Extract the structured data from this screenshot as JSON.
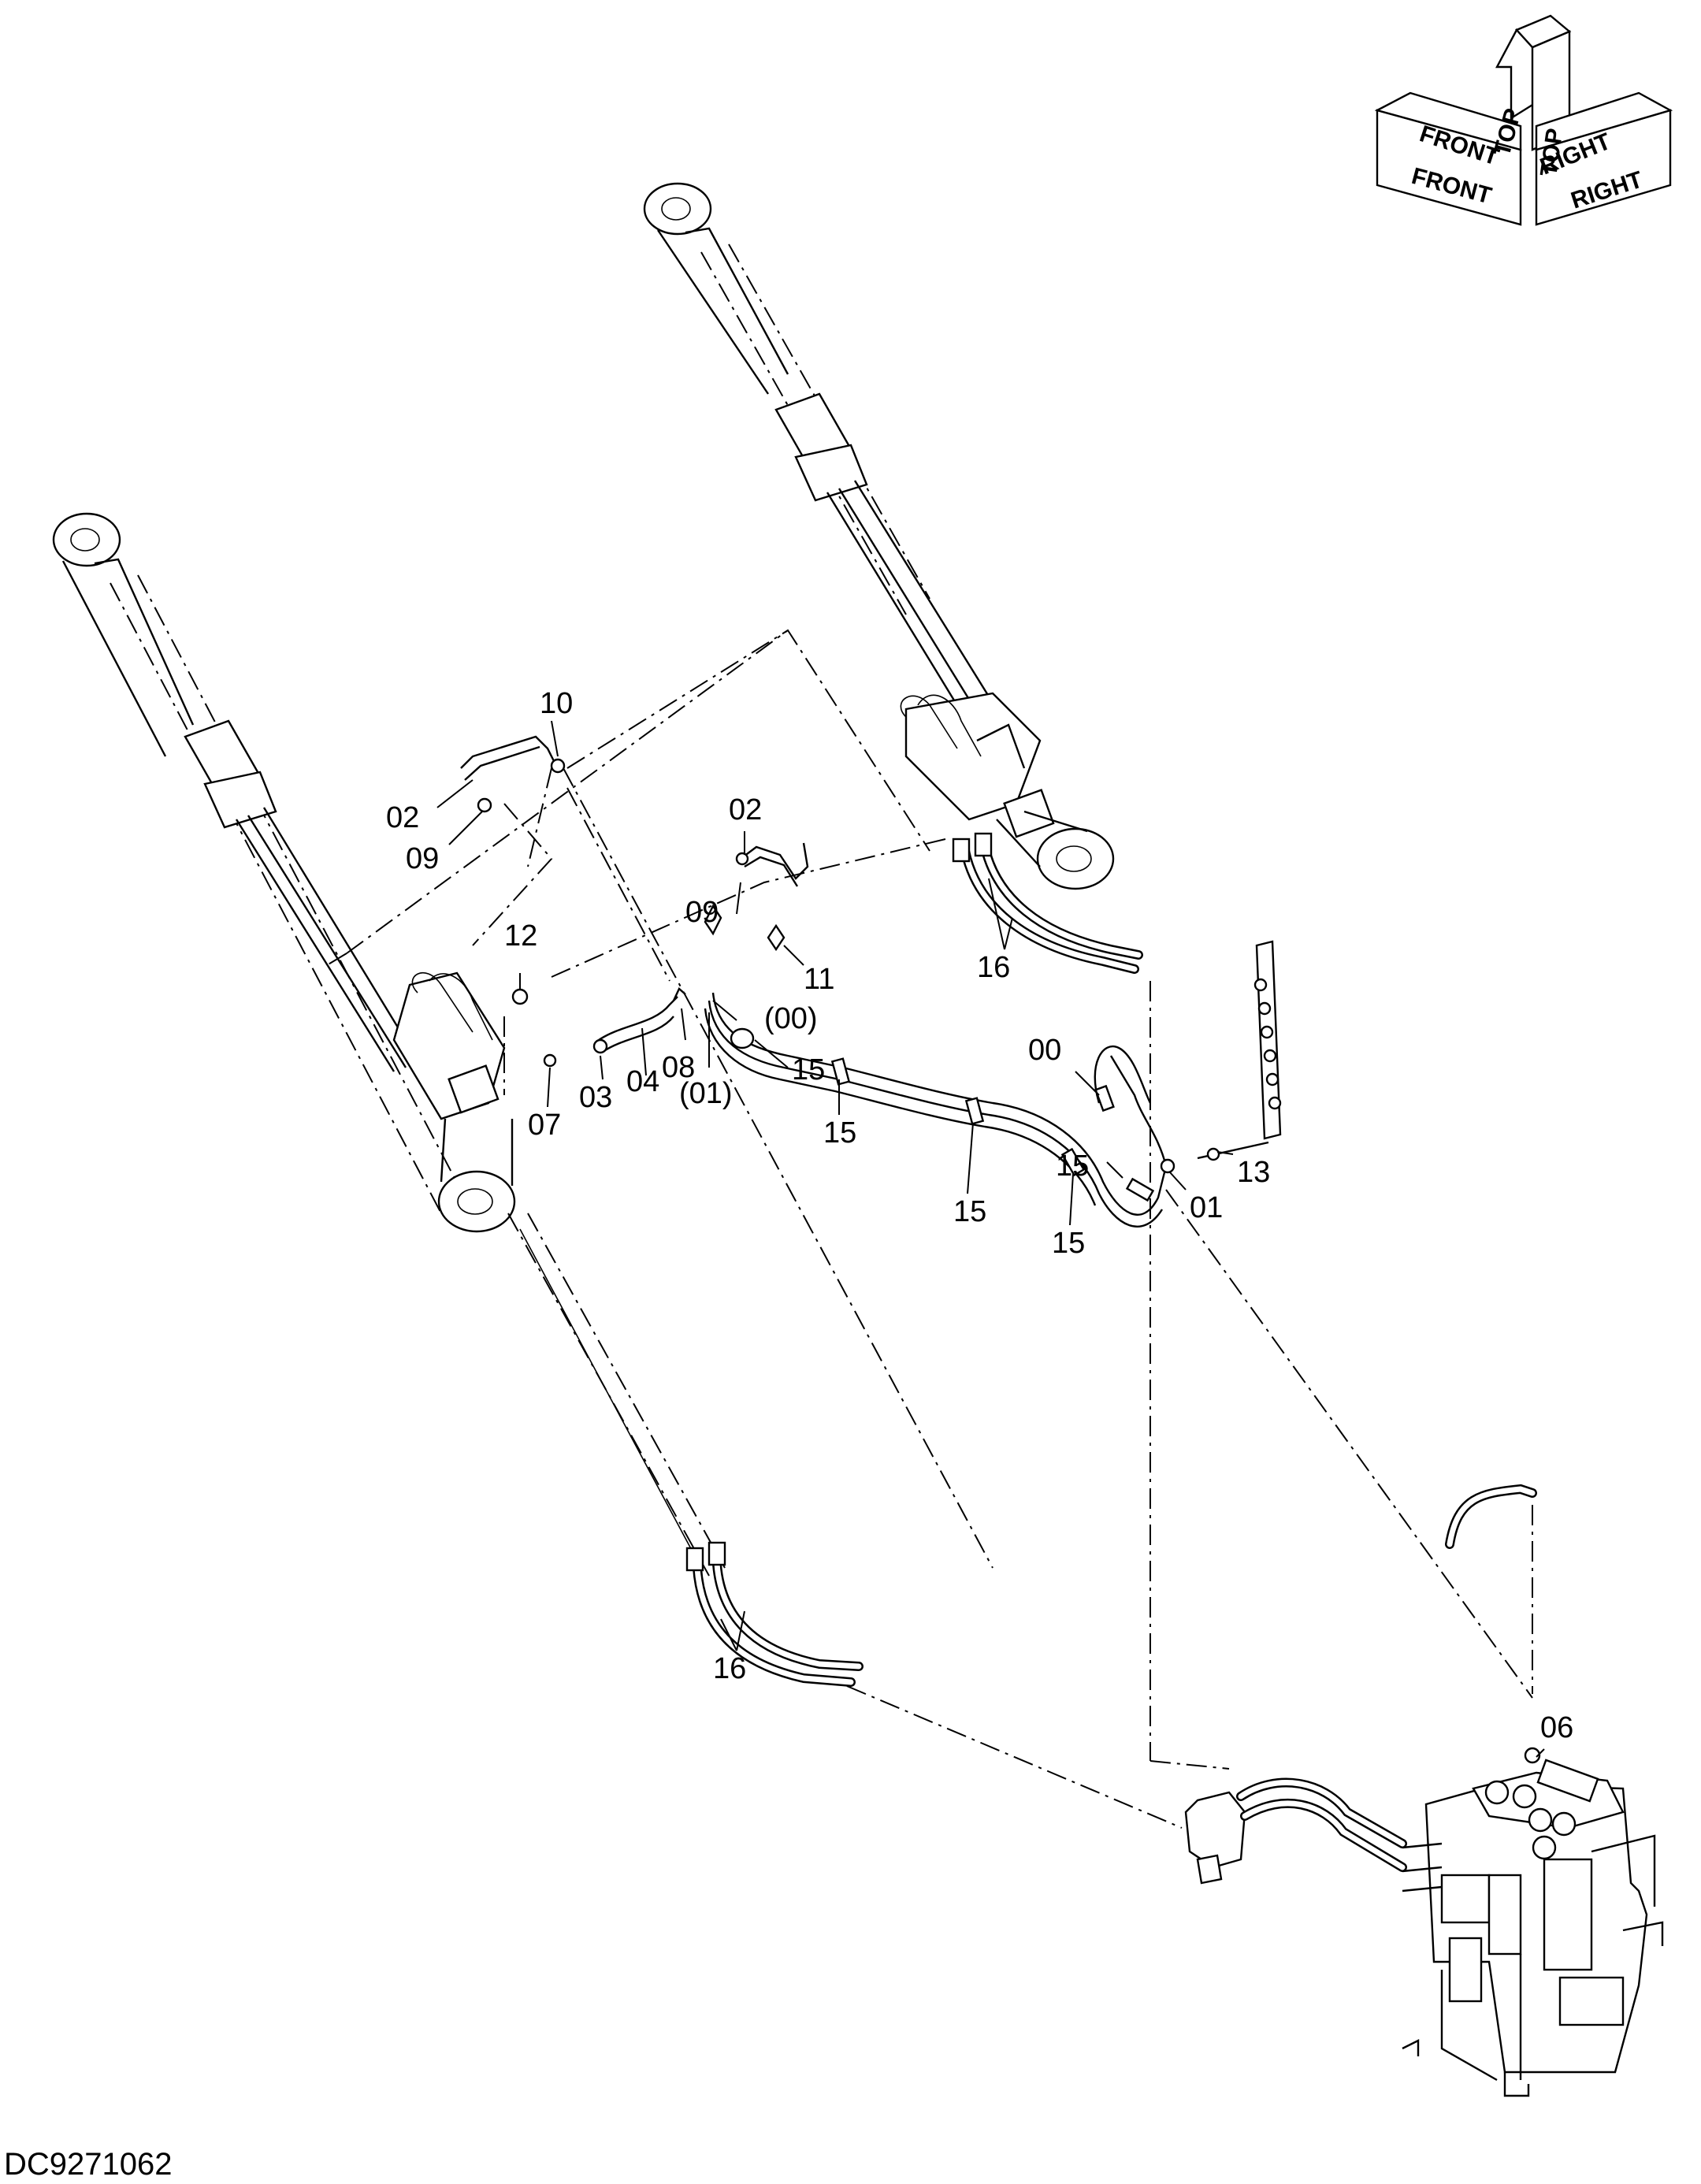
{
  "document_id": "DC9271062",
  "orientation": {
    "top": "TOP",
    "front": "FRONT",
    "right": "RIGHT"
  },
  "callouts": {
    "c10": "10",
    "c02a": "02",
    "c09a": "09",
    "c02b": "02",
    "c09b": "09",
    "c11": "11",
    "c12": "12",
    "c00p": "(00)",
    "c15a": "15",
    "c08": "08",
    "c01p": "(01)",
    "c03": "03",
    "c04": "04",
    "c07": "07",
    "c15b": "15",
    "c15c": "15",
    "c15d": "15",
    "c15e": "15",
    "c00": "00",
    "c01": "01",
    "c13": "13",
    "c16a": "16",
    "c16b": "16",
    "c06": "06"
  }
}
